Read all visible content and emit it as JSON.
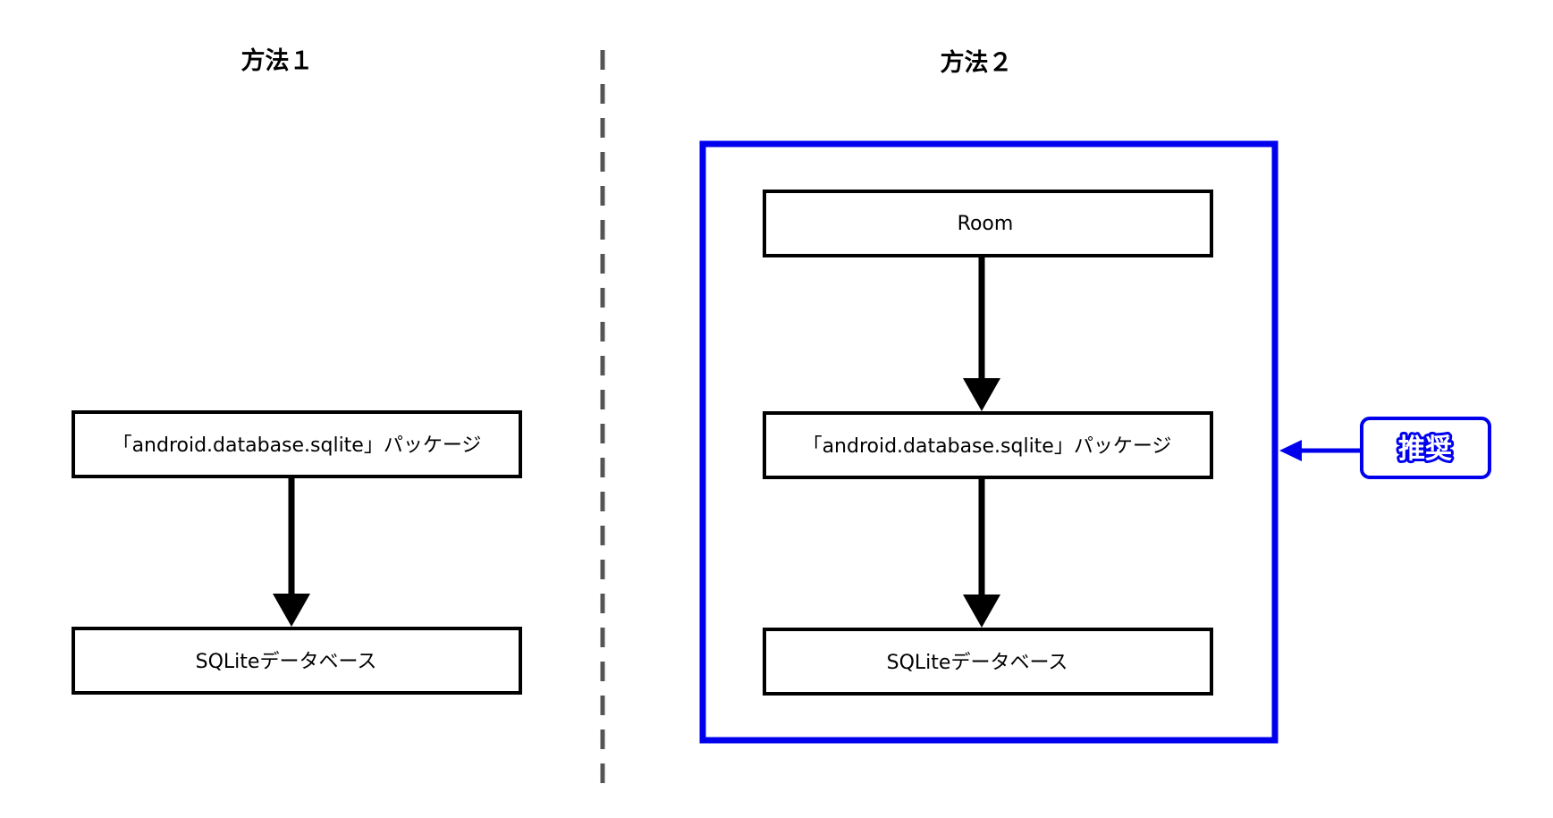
{
  "colors": {
    "box_stroke": "#000000",
    "highlight": "#0000ee",
    "divider": "#555555",
    "background": "#ffffff"
  },
  "method1": {
    "title": "方法１",
    "package_label": "「android.database.sqlite」パッケージ",
    "database_label": "SQLiteデータベース"
  },
  "method2": {
    "title": "方法２",
    "room_label": "Room",
    "package_label": "「android.database.sqlite」パッケージ",
    "database_label": "SQLiteデータベース"
  },
  "recommend": {
    "label": "推奨"
  }
}
